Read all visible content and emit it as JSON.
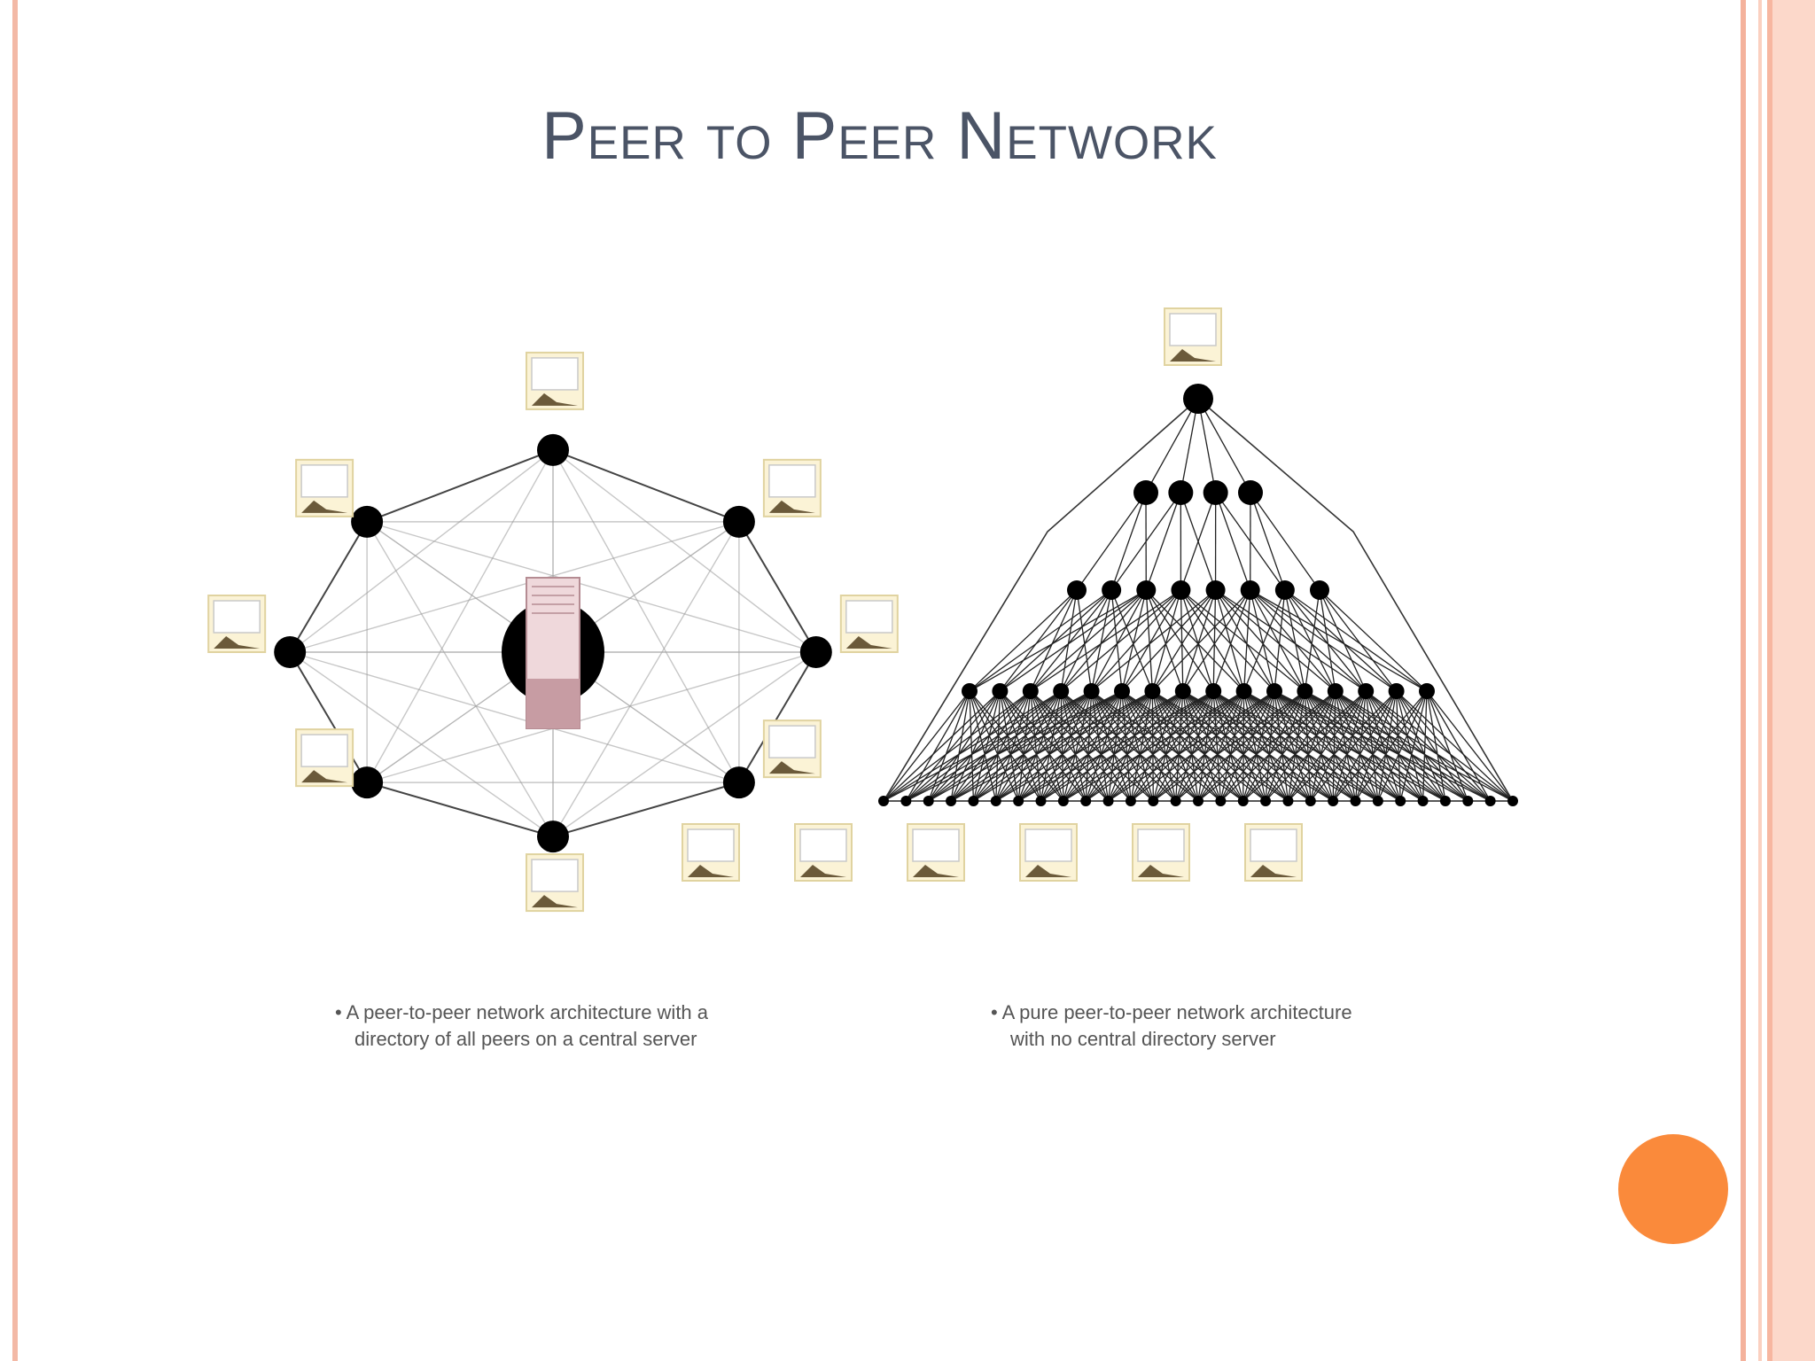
{
  "slide": {
    "title": "Peer to Peer Network",
    "accent_color": "#fa8a3b",
    "frame_color": "#f3b9a6"
  },
  "diagrams": {
    "left": {
      "caption_line1": "• A peer-to-peer network architecture with a",
      "caption_line2": "directory of all peers on a central server",
      "peer_count": 8,
      "icon": "computer-icon",
      "center_icon": "server-icon"
    },
    "right": {
      "caption_line1": "• A pure peer-to-peer network architecture",
      "caption_line2": "with no central directory server",
      "levels": [
        1,
        4,
        8,
        16,
        29
      ],
      "bottom_computers": 6,
      "icon": "computer-icon"
    }
  }
}
